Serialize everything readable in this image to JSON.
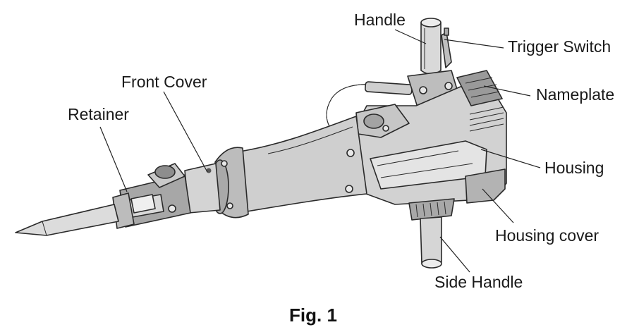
{
  "figure": {
    "caption": "Fig. 1",
    "labels": {
      "handle": "Handle",
      "trigger_switch": "Trigger Switch",
      "front_cover": "Front Cover",
      "nameplate": "Nameplate",
      "retainer": "Retainer",
      "housing": "Housing",
      "housing_cover": "Housing cover",
      "side_handle": "Side Handle"
    }
  },
  "colors": {
    "light_gray": "#dcdcdc",
    "mid_gray": "#b8b8b8",
    "dark_gray": "#8a8a8a",
    "outline": "#2a2a2a"
  }
}
